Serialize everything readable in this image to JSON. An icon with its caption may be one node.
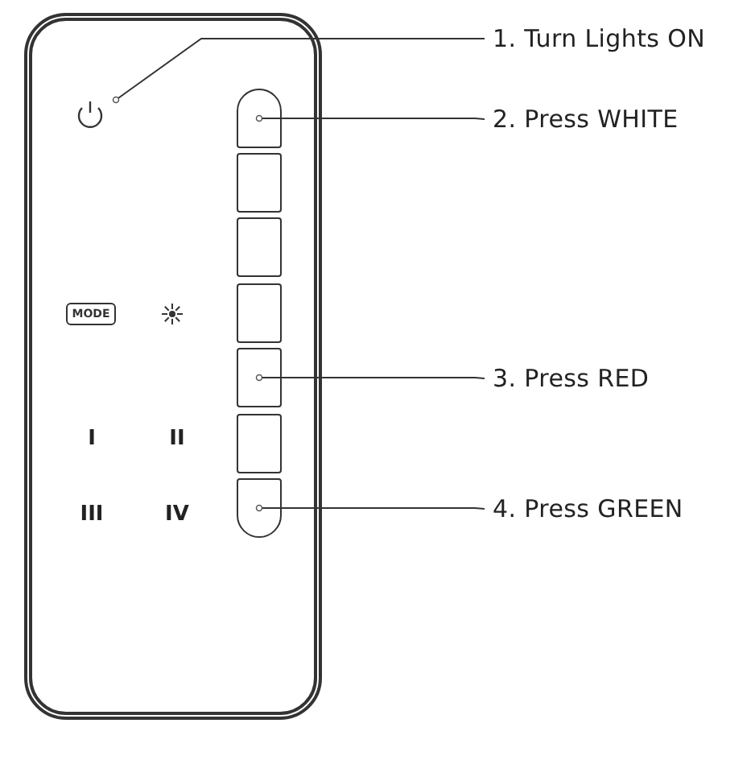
{
  "diagram": {
    "nodes": [
      {
        "text": [],
        "shape": "box"
      },
      {
        "text": [],
        "shape": "circle",
        "in": 0
      },
      {
        "text": [],
        "shape": "box",
        "in": 0
      },
      {
        "text": [],
        "shape": "box",
        "in": 0
      },
      {
        "text": [],
        "shape": "box",
        "in": 0
      },
      {
        "text": [],
        "shape": "box",
        "in": 0
      },
      {
        "text": [],
        "shape": "box",
        "in": 0
      },
      {
        "text": [],
        "shape": "box",
        "in": 0
      },
      {
        "text": [],
        "shape": "box",
        "in": 0
      },
      {
        "text": [
          "MODE"
        ],
        "in": 0
      },
      {
        "text": [
          "1. Turn Lights ON"
        ]
      },
      {
        "text": [
          "2. Press WHITE"
        ]
      },
      {
        "text": [
          "3. Press RED"
        ]
      },
      {
        "text": [
          "4. Press GREEN"
        ]
      }
    ],
    "edges": [
      {
        "from": 10,
        "to": 1,
        "arrow": "other"
      },
      {
        "from": 11,
        "to": 2,
        "arrow": "other"
      },
      {
        "from": 12,
        "to": 6,
        "arrow": "other"
      },
      {
        "from": 13,
        "to": 8,
        "arrow": "other"
      }
    ],
    "labels": [
      "I",
      "II",
      "III",
      "IV"
    ]
  }
}
